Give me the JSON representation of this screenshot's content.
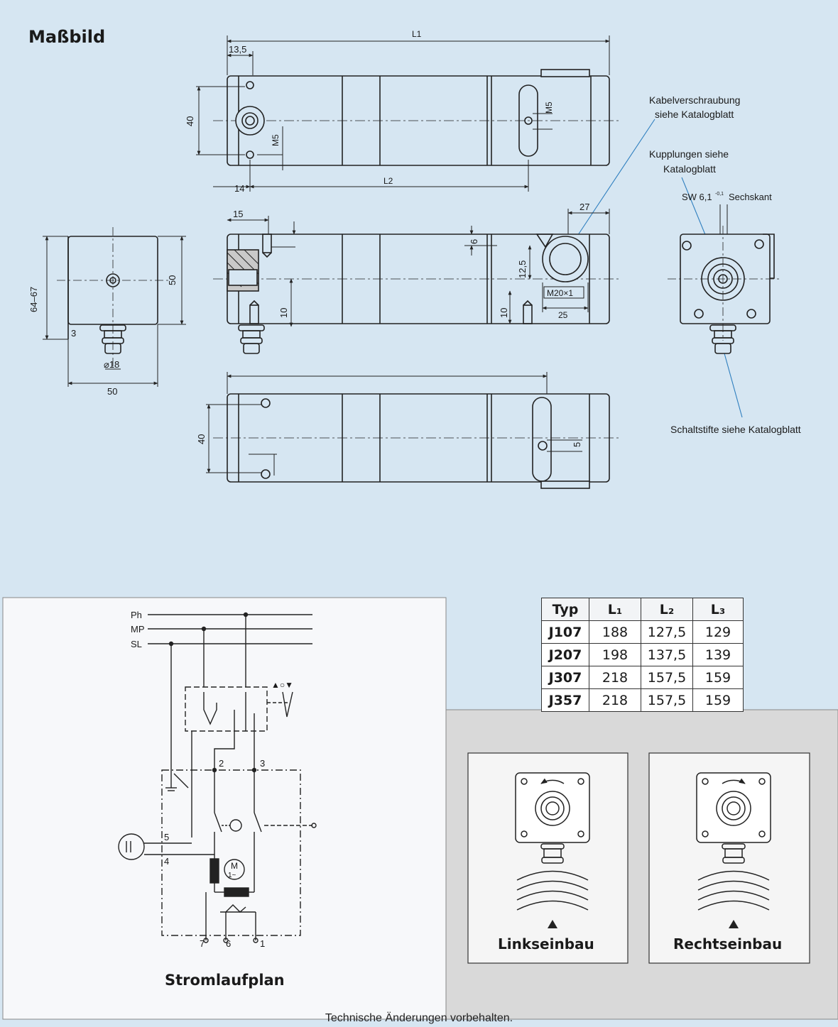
{
  "heading": "Maßbild",
  "dimensions": {
    "L1": "L1",
    "L2": "L2",
    "d13_5": "13,5",
    "d40_top": "40",
    "d40_bottom": "40",
    "dM5_left": "M5",
    "dM5_right": "M5",
    "d14": "14",
    "d15": "15",
    "d27": "27",
    "d6": "6",
    "d12_5": "12,5",
    "dM20": "M20×1",
    "d25": "25",
    "d10_a": "10",
    "d10_b": "10",
    "d64_67": "64–67",
    "d50_v": "50",
    "d3": "3",
    "d18": "⌀18",
    "d50_h": "50",
    "d5": "5",
    "sw": "SW 6,1",
    "sw_tol": "-0,1",
    "sw_suffix": "Sechskant"
  },
  "callouts": {
    "kabel_1": "Kabelverschraubung",
    "kabel_2": "siehe Katalogblatt",
    "kupplung_1": "Kupplungen siehe",
    "kupplung_2": "Katalogblatt",
    "schaltstifte": "Schaltstifte siehe Katalogblatt"
  },
  "circuit": {
    "title": "Stromlaufplan",
    "line_ph": "Ph",
    "line_mp": "MP",
    "line_sl": "SL",
    "t2": "2",
    "t3": "3",
    "t4": "4",
    "t5": "5",
    "t7": "7",
    "t6": "6",
    "t1": "1",
    "motor_m": "M",
    "motor_ac": "1~",
    "symbols": "▲○▼"
  },
  "table": {
    "headers": [
      "Typ",
      "L₁",
      "L₂",
      "L₃"
    ],
    "rows": [
      [
        "J107",
        "188",
        "127,5",
        "129"
      ],
      [
        "J207",
        "198",
        "137,5",
        "139"
      ],
      [
        "J307",
        "218",
        "157,5",
        "159"
      ],
      [
        "J357",
        "218",
        "157,5",
        "159"
      ]
    ]
  },
  "mounting": {
    "left_label": "Linkseinbau",
    "right_label": "Rechtseinbau"
  },
  "footer": "Technische Änderungen vorbehalten.",
  "colors": {
    "background": "#d6e6f2",
    "callout_line": "#2f7fbf"
  }
}
